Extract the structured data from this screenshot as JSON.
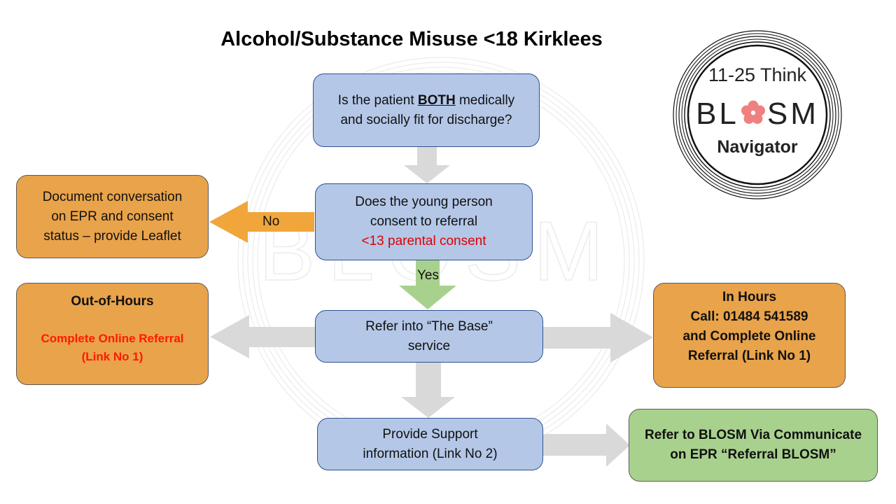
{
  "title": "Alcohol/Substance Misuse <18 Kirklees",
  "logo": {
    "line1": "11-25 Think",
    "word_left": "BL",
    "word_right": "SM",
    "line3": "Navigator"
  },
  "watermark": {
    "word": "BLOSM"
  },
  "nodes": {
    "fit_question": {
      "pre": "Is the patient ",
      "emph": "BOTH",
      "post": " medically",
      "line2": "and socially fit for discharge?"
    },
    "consent_question": {
      "line1": "Does the young person",
      "line2": "consent to referral",
      "line3": "<13 parental consent"
    },
    "document": {
      "line1": "Document conversation",
      "line2": "on EPR and consent",
      "line3": "status – provide Leaflet"
    },
    "refer_base": {
      "line1": "Refer into “The Base”",
      "line2": "service"
    },
    "out_of_hours": {
      "heading": "Out-of-Hours",
      "line1": "Complete Online Referral",
      "line2": "(Link No 1)"
    },
    "in_hours": {
      "line1": "In Hours",
      "line2": "Call: 01484 541589",
      "line3": "and Complete Online",
      "line4": "Referral (Link No 1)"
    },
    "support": {
      "line1": "Provide Support",
      "line2": "information (Link No 2)"
    },
    "refer_blosm": {
      "line1": "Refer to BLOSM Via Communicate",
      "line2": "on EPR “Referral BLOSM”"
    }
  },
  "edge_labels": {
    "no": "No",
    "yes": "Yes"
  },
  "colors": {
    "process_fill": "#b4c7e7",
    "process_border": "#2f528f",
    "outcome_fill": "#e9a34a",
    "final_fill": "#a9d18e",
    "arrow_grey": "#d9d9d9",
    "arrow_no": "#f0a63a",
    "arrow_yes": "#a9d18e",
    "alert_red": "#ff1a00",
    "logo_flower": "#f08080"
  }
}
